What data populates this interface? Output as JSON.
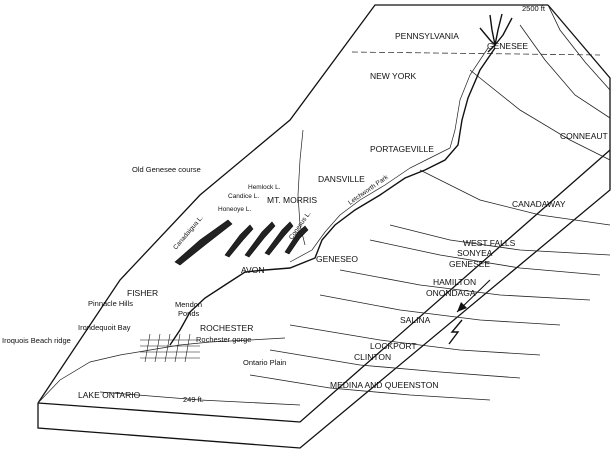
{
  "elevations": {
    "top": "2500 ft",
    "bottom": "249 ft."
  },
  "regions": {
    "pennsylvania": "PENNSYLVANIA",
    "new_york": "NEW YORK",
    "lake_ontario": "LAKE ONTARIO",
    "ontario_plain": "Ontario Plain"
  },
  "places": {
    "genesee_source": "GENESEE",
    "portageville": "PORTAGEVILLE",
    "dansville": "DANSVILLE",
    "mt_morris": "MT. MORRIS",
    "geneseo": "GENESEO",
    "avon": "AVON",
    "fisher": "FISHER",
    "rochester": "ROCHESTER",
    "letchworth_park": "Letchworth Park",
    "rochester_gorge": "Rochester gorge",
    "pinnacle_hills": "Pinnacle Hills",
    "mendon_ponds": "Mendon\nPonds",
    "irondequoit_bay": "Irondequoit Bay",
    "iroquois_beach_ridge": "Iroquois Beach ridge",
    "old_genesee_course": "Old Genesee course"
  },
  "lakes": {
    "hemlock": "Hemlock L.",
    "candice": "Candice L.",
    "honeoye": "Honeoye L.",
    "canadaigua": "Canadaigua L.",
    "conesus": "Conesus L."
  },
  "formations": {
    "conneaut": "CONNEAUT",
    "canadaway": "CANADAWAY",
    "west_falls": "WEST FALLS",
    "sonyea": "SONYEA",
    "genesee": "GENESEE",
    "hamilton": "HAMILTON",
    "onondaga": "ONONDAGA",
    "salina": "SALINA",
    "lockport": "LOCKPORT",
    "clinton": "CLINTON",
    "medina_queenston": "MEDINA AND QUEENSTON"
  },
  "icons": {
    "north_arrow": "north-arrow-icon",
    "fault": "fault-bolt-icon"
  }
}
